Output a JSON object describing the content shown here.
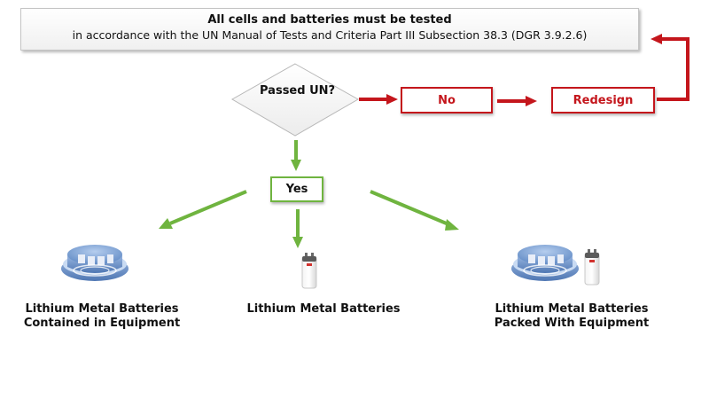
{
  "header": {
    "title": "All cells and batteries must be tested",
    "subtitle": "in accordance with the UN Manual of Tests and Criteria Part III Subsection 38.3 (DGR 3.9.2.6)"
  },
  "decision": {
    "label": "Passed UN?"
  },
  "no_box": {
    "label": "No"
  },
  "redesign_box": {
    "label": "Redesign"
  },
  "yes_box": {
    "label": "Yes"
  },
  "outcomes": [
    {
      "line1": "Lithium Metal Batteries",
      "line2": "Contained in Equipment"
    },
    {
      "line1": "Lithium Metal Batteries"
    },
    {
      "line1": "Lithium Metal Batteries",
      "line2": "Packed With Equipment"
    }
  ],
  "colors": {
    "red": "#c4161c",
    "green": "#6fb43f",
    "device_blue": "#7fa6d8"
  },
  "icons": [
    "smoke-detector-icon",
    "battery-icon",
    "smoke-detector-icon",
    "battery-icon"
  ]
}
